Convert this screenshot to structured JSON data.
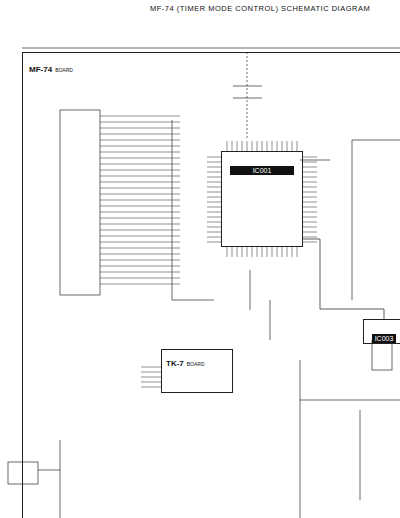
{
  "diagram": {
    "title": "MF-74 (TIMER MODE CONTROL) SCHEMATIC DIAGRAM",
    "nodes": [
      {
        "text": [
          "MF-74",
          "BOARD"
        ]
      },
      {
        "text": [
          "IC001"
        ],
        "in": 0
      },
      {
        "text": [
          "IC003"
        ],
        "in": 0
      },
      {
        "text": [
          "TK-7",
          "BOARD"
        ],
        "in": 0
      }
    ],
    "edges": [
      {
        "from": 1,
        "to": 2,
        "arrow": "none"
      }
    ]
  }
}
